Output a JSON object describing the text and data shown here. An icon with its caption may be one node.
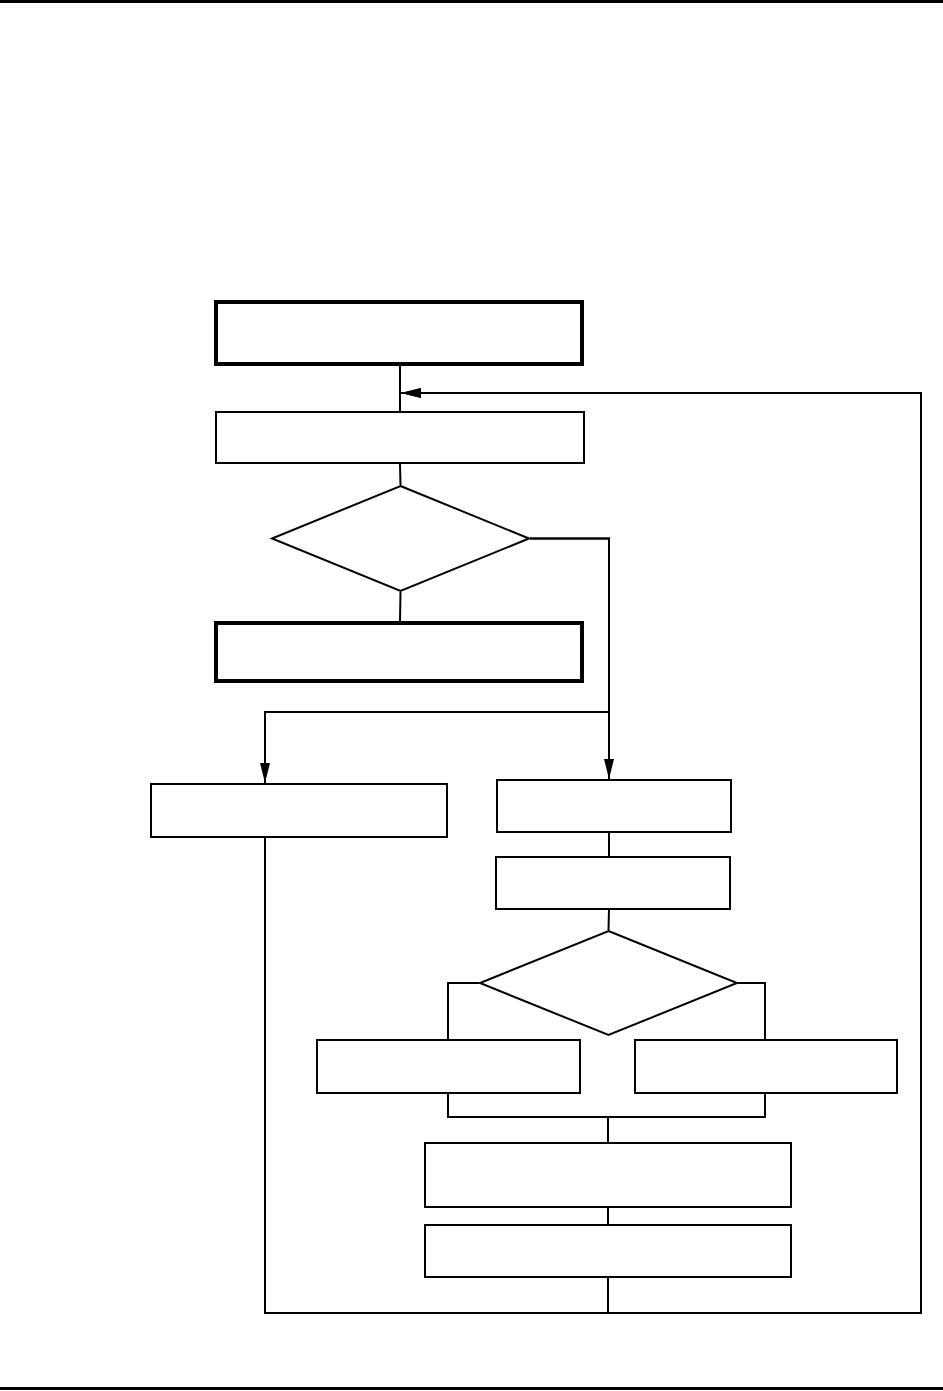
{
  "diagram": {
    "nodes": [
      {
        "text": [],
        "shape": "box"
      },
      {
        "text": [],
        "shape": "box"
      },
      {
        "text": [],
        "shape": "diamond"
      },
      {
        "text": [],
        "shape": "box"
      },
      {
        "text": [],
        "shape": "box"
      },
      {
        "text": [],
        "shape": "box"
      },
      {
        "text": [],
        "shape": "box"
      },
      {
        "text": [],
        "shape": "diamond"
      },
      {
        "text": [],
        "shape": "box"
      },
      {
        "text": [],
        "shape": "box"
      },
      {
        "text": [],
        "shape": "box"
      },
      {
        "text": [],
        "shape": "box"
      }
    ],
    "edges": [
      {
        "from": 0,
        "to": 1,
        "arrow": "none"
      },
      {
        "from": 1,
        "to": 2,
        "arrow": "none"
      },
      {
        "from": 2,
        "to": 3,
        "arrow": "none"
      },
      {
        "from": 2,
        "to": 4,
        "arrow": "to"
      },
      {
        "from": 2,
        "to": 5,
        "arrow": "to"
      },
      {
        "from": 5,
        "to": 6,
        "arrow": "none"
      },
      {
        "from": 6,
        "to": 7,
        "arrow": "none"
      },
      {
        "from": 7,
        "to": 8,
        "arrow": "none"
      },
      {
        "from": 7,
        "to": 9,
        "arrow": "none"
      },
      {
        "from": 8,
        "to": 10,
        "arrow": "none"
      },
      {
        "from": 9,
        "to": 10,
        "arrow": "none"
      },
      {
        "from": 10,
        "to": 11,
        "arrow": "none"
      },
      {
        "from": 11,
        "to": 1,
        "arrow": "to"
      },
      {
        "from": 4,
        "to": 1,
        "arrow": "to"
      }
    ]
  }
}
